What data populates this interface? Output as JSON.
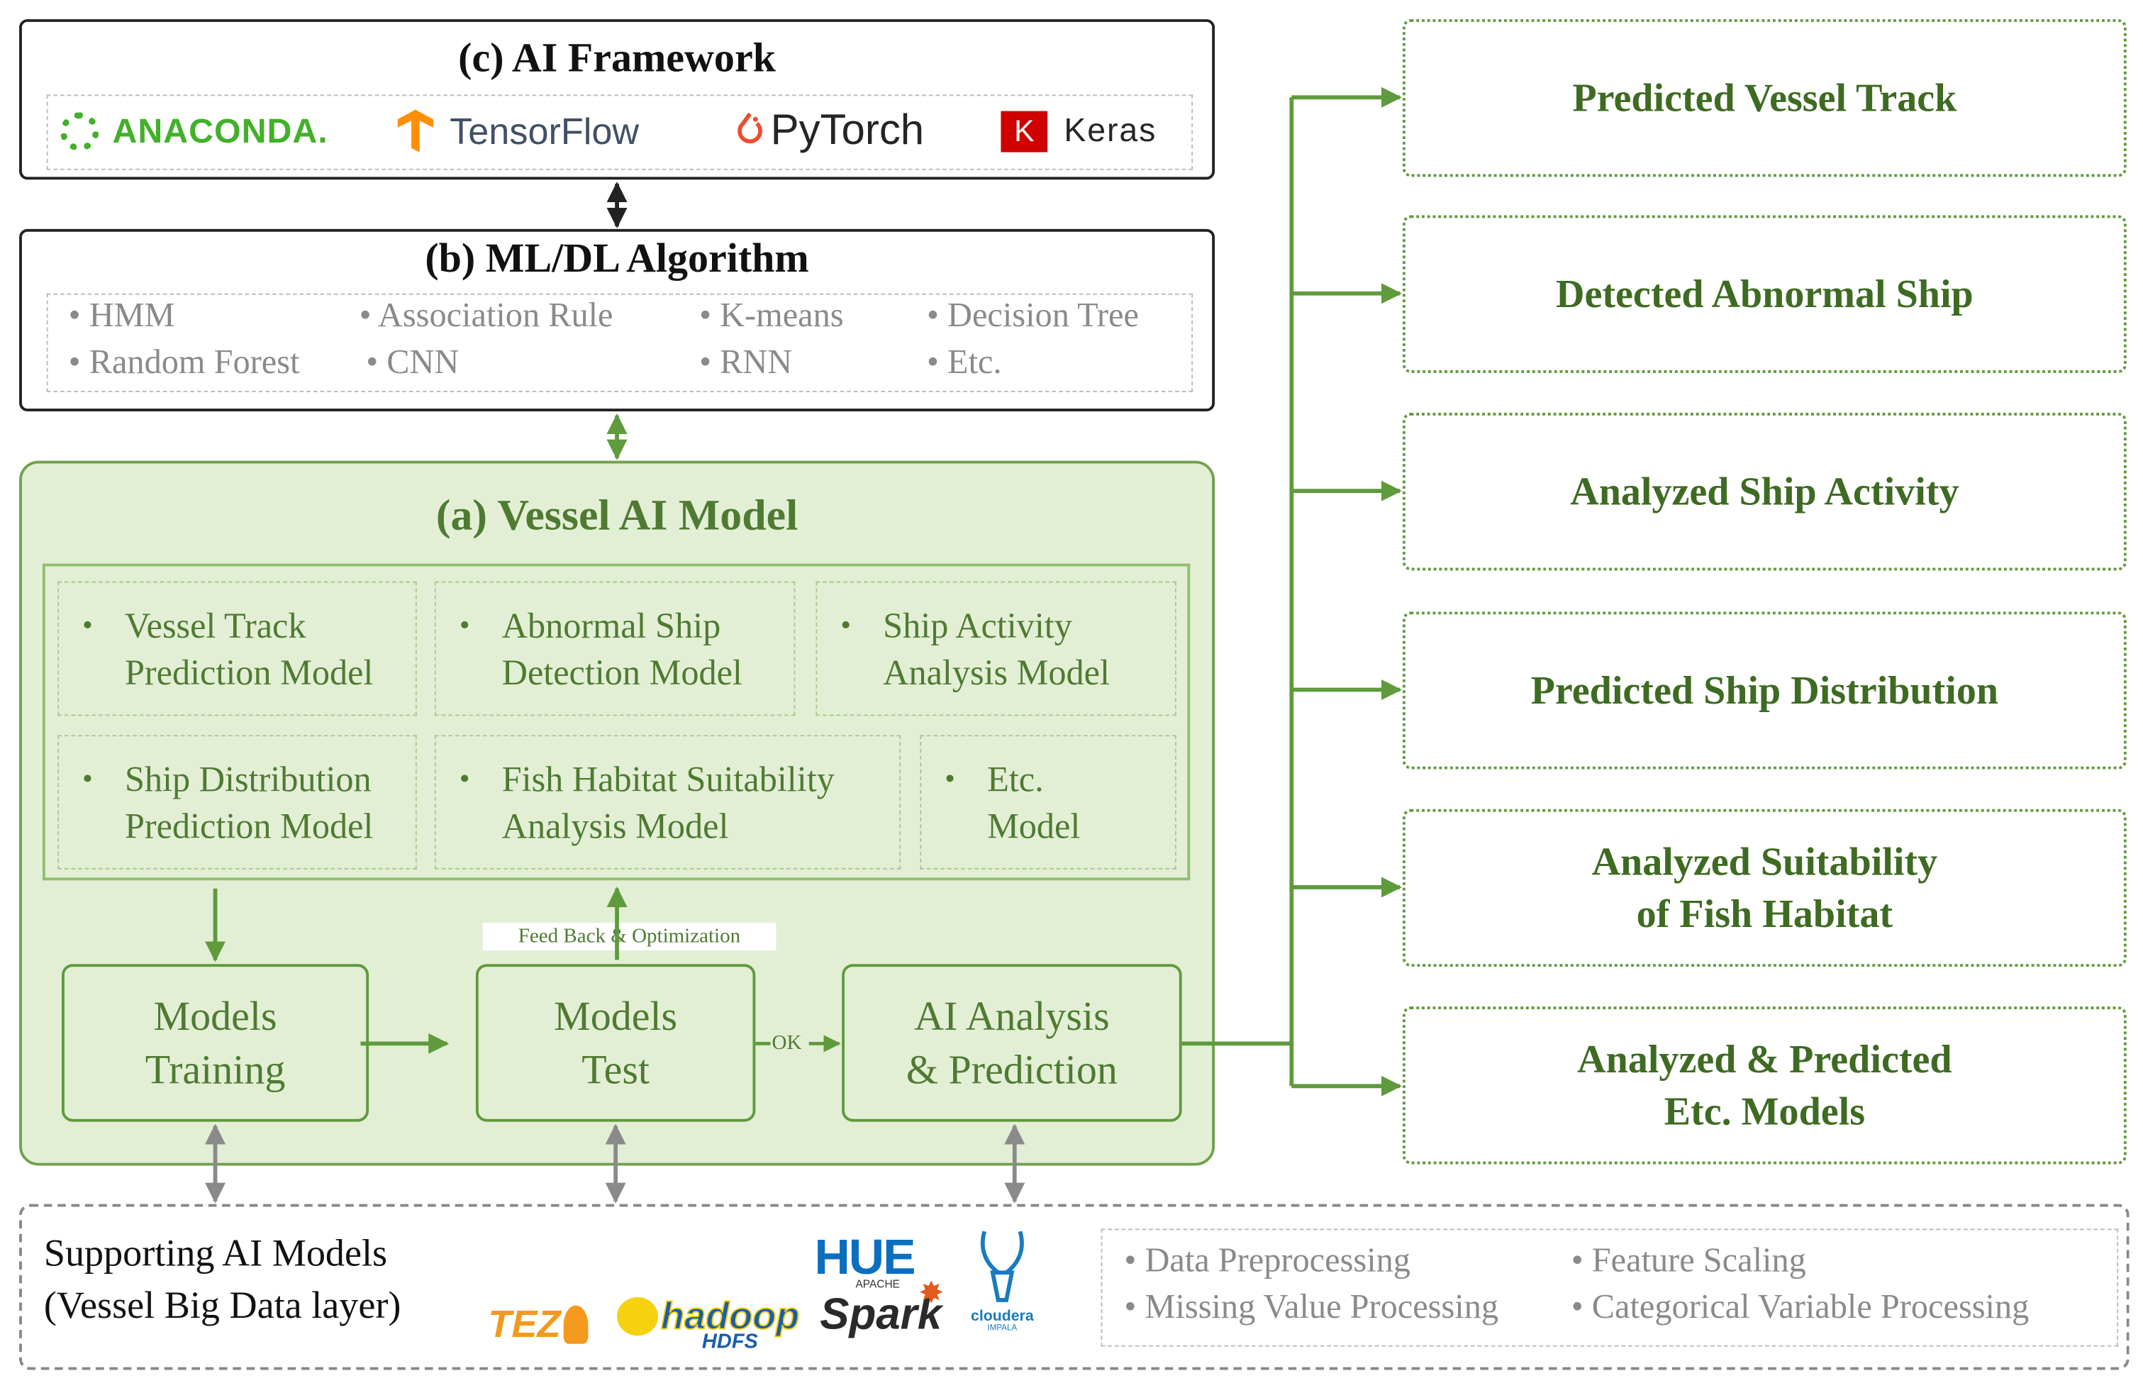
{
  "framework": {
    "title": "(c) AI Framework",
    "logos": [
      {
        "name": "ANACONDA.",
        "color": "#43b02a"
      },
      {
        "name": "TensorFlow",
        "color": "#425066",
        "accent": "#ff8f00"
      },
      {
        "name": "PyTorch",
        "color": "#252525",
        "accent": "#ee4c2c"
      },
      {
        "name": "Keras",
        "color": "#252525",
        "badge": "K",
        "accent": "#d00000"
      }
    ]
  },
  "algorithm": {
    "title": "(b) ML/DL Algorithm",
    "items": [
      "HMM",
      "Association Rule",
      "K-means",
      "Decision Tree",
      "Random Forest",
      "CNN",
      "RNN",
      "Etc."
    ]
  },
  "vessel_model": {
    "title": "(a) Vessel AI Model",
    "models": [
      {
        "line1": "Vessel Track",
        "line2": "Prediction Model"
      },
      {
        "line1": "Abnormal Ship",
        "line2": "Detection Model"
      },
      {
        "line1": "Ship Activity",
        "line2": "Analysis Model"
      },
      {
        "line1": "Ship Distribution",
        "line2": "Prediction Model"
      },
      {
        "line1": "Fish Habitat Suitability",
        "line2": "Analysis Model"
      },
      {
        "line1": "Etc.",
        "line2": "Model"
      }
    ],
    "training": {
      "line1": "Models",
      "line2": "Training"
    },
    "test": {
      "line1": "Models",
      "line2": "Test"
    },
    "prediction": {
      "line1": "AI Analysis",
      "line2": "& Prediction"
    },
    "feedback_label": "Feed Back & Optimization",
    "ok_label": "OK"
  },
  "outputs": [
    {
      "line1": "Predicted Vessel Track",
      "line2": ""
    },
    {
      "line1": "Detected Abnormal Ship",
      "line2": ""
    },
    {
      "line1": "Analyzed Ship Activity",
      "line2": ""
    },
    {
      "line1": "Predicted Ship Distribution",
      "line2": ""
    },
    {
      "line1": "Analyzed Suitability",
      "line2": "of Fish Habitat"
    },
    {
      "line1": "Analyzed & Predicted",
      "line2": "Etc. Models"
    }
  ],
  "support": {
    "line1": "Supporting AI Models",
    "line2": "(Vessel Big Data layer)",
    "logos": [
      "TEZ",
      "hadoop",
      "HDFS",
      "HUE",
      "APACHE",
      "Spark",
      "cloudera",
      "IMPALA"
    ],
    "preprocessing": [
      "Data Preprocessing",
      "Feature Scaling",
      "Missing Value Processing",
      "Categorical Variable Processing"
    ]
  },
  "colors": {
    "green_dark": "#4f7a32",
    "green_fill": "#e3efd5",
    "green_line": "#5f9a3c",
    "gray_text": "#8a8a8a"
  }
}
